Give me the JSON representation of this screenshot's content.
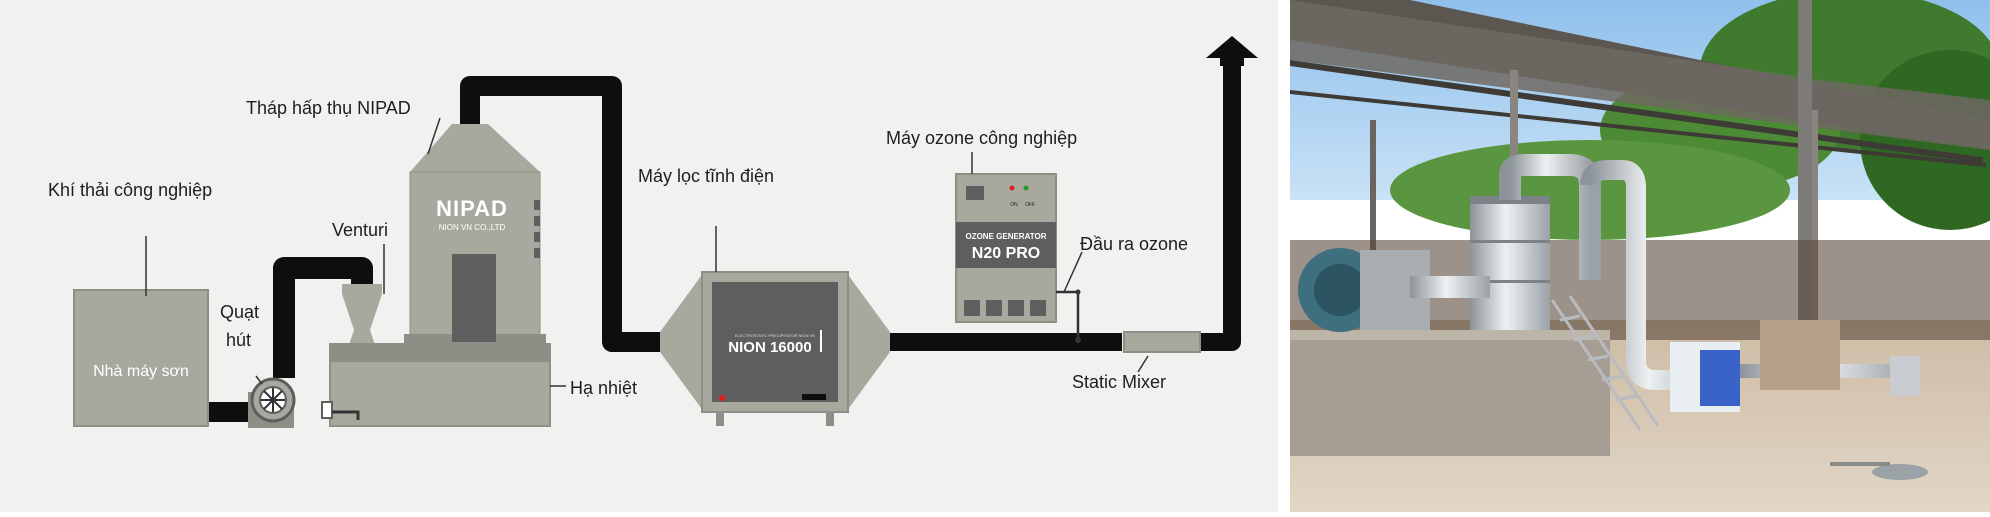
{
  "diagram": {
    "labels": {
      "exhaust": "Khí thải công nghiệp",
      "paint_plant": "Nhà máy sơn",
      "fan_line1": "Quạt",
      "fan_line2": "hút",
      "venturi": "Venturi",
      "tower": "Tháp hấp thụ NIPAD",
      "cooling": "Hạ nhiệt",
      "esp": "Máy lọc tĩnh điện",
      "ozone": "Máy ozone công nghiệp",
      "ozone_outlet": "Đầu ra ozone",
      "static_mixer": "Static Mixer"
    },
    "tower_brand": "NIPAD",
    "tower_company": "NION VN CO.,LTD",
    "esp_model": "NION 16000",
    "esp_fineprint": "ELECTROSTATIC PRECIPITATOR NION VN",
    "ozone_sub": "OZONE GENERATOR",
    "ozone_model": "N20 PRO",
    "ozone_buttons": [
      "ON",
      "OFF"
    ]
  },
  "colors": {
    "diagram_bg": "#f1f1f0",
    "equipment": "#a9a89f",
    "equipment_dark": "#8f8e86",
    "panel_dark": "#5e5e5e",
    "duct": "#0e0e0e",
    "line": "#333333",
    "text": "#1e1e1e",
    "sky": "#9cc9f0",
    "vegetation": "#3f7a2e",
    "ground": "#d8c8b4",
    "concrete": "#a69e92",
    "steel": "#c8ccd0"
  }
}
